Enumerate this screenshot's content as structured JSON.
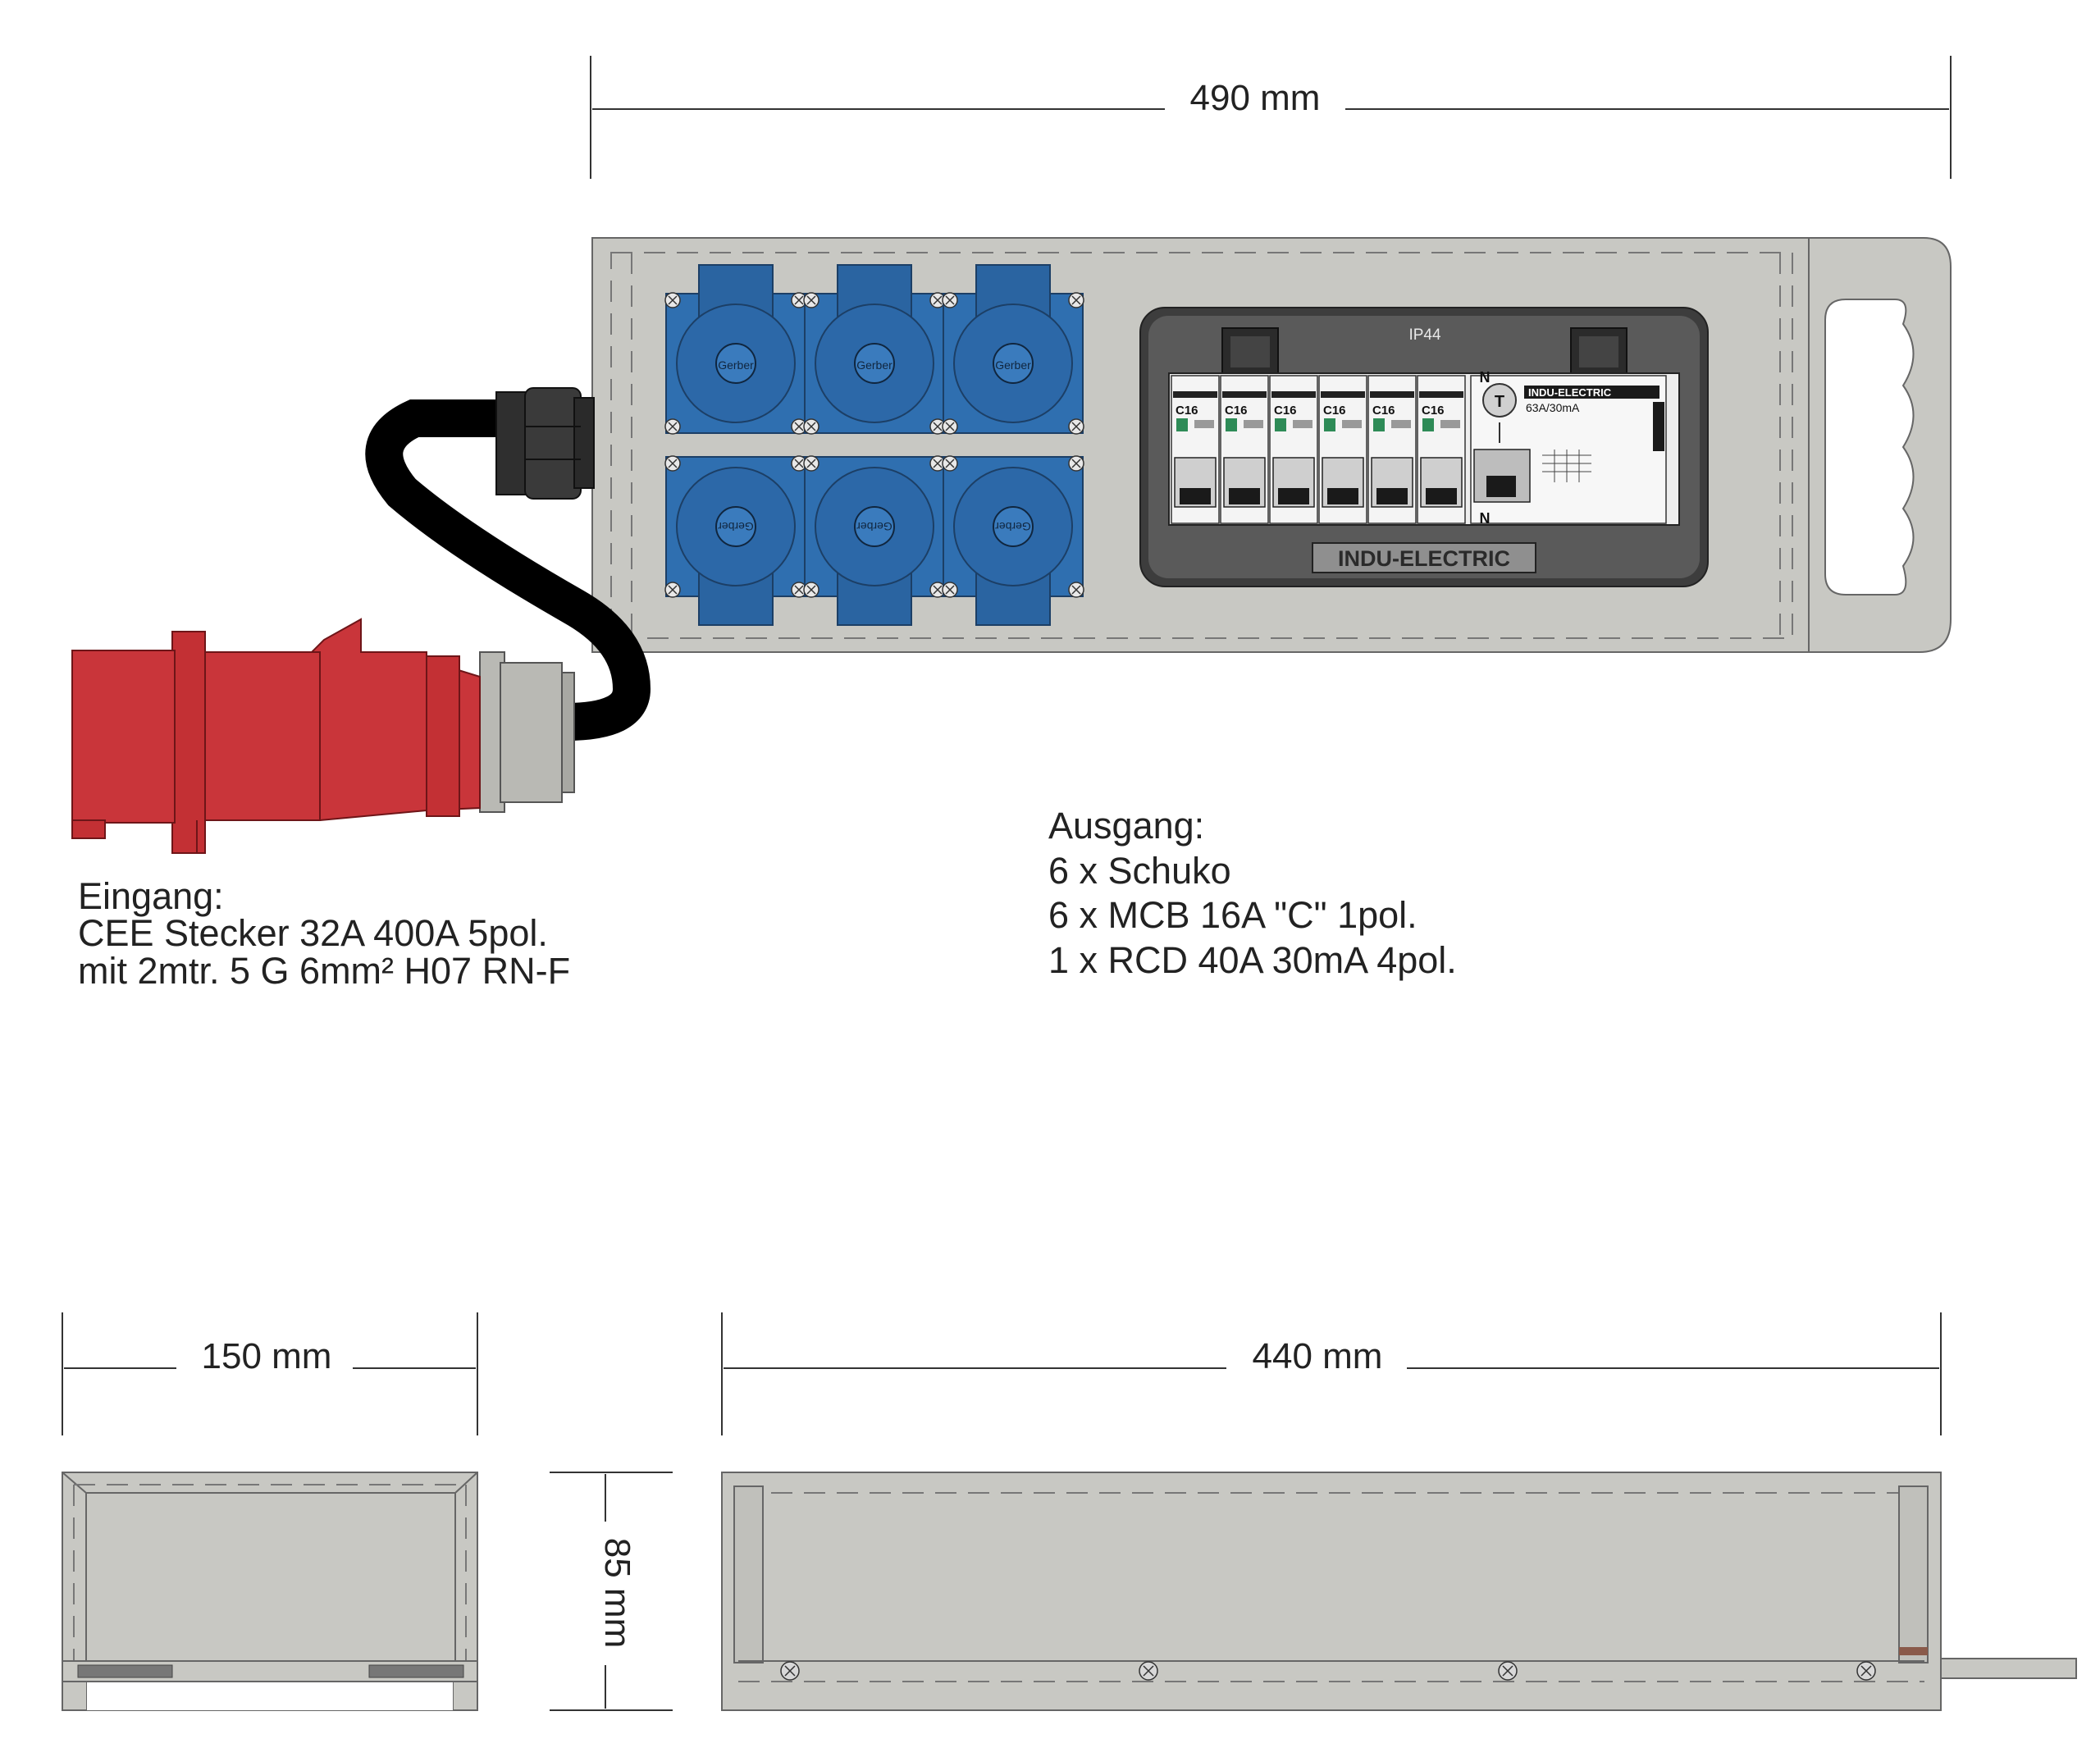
{
  "dimensions": {
    "top_width": "490 mm",
    "bottom_depth": "150 mm",
    "bottom_width": "440 mm",
    "height": "85 mm"
  },
  "input_note": {
    "title": "Eingang:",
    "line1": "CEE Stecker 32A 400A 5pol.",
    "line2": "mit 2mtr. 5 G 6mm² H07 RN-F"
  },
  "output_note": {
    "title": "Ausgang:",
    "line1": "6 x Schuko",
    "line2": "6 x MCB 16A \"C\" 1pol.",
    "line3": "1 x RCD 40A 30mA 4pol."
  },
  "panel": {
    "rating": "IP44",
    "brand": "INDU-ELECTRIC",
    "socket_brand": "Gerber",
    "mcb_label": "C16",
    "neutral": "N",
    "rcd_brand": "INDU-ELECTRIC",
    "rcd_rating": "63A/30mA",
    "rcd_test": "T"
  },
  "colors": {
    "housing": "#c8c8c3",
    "socket_blue": "#2f6fb0",
    "plug_red": "#c9353a",
    "cable": "#111111",
    "panel_dark": "#3d3d3d",
    "breaker_body": "#f4f4f4"
  }
}
